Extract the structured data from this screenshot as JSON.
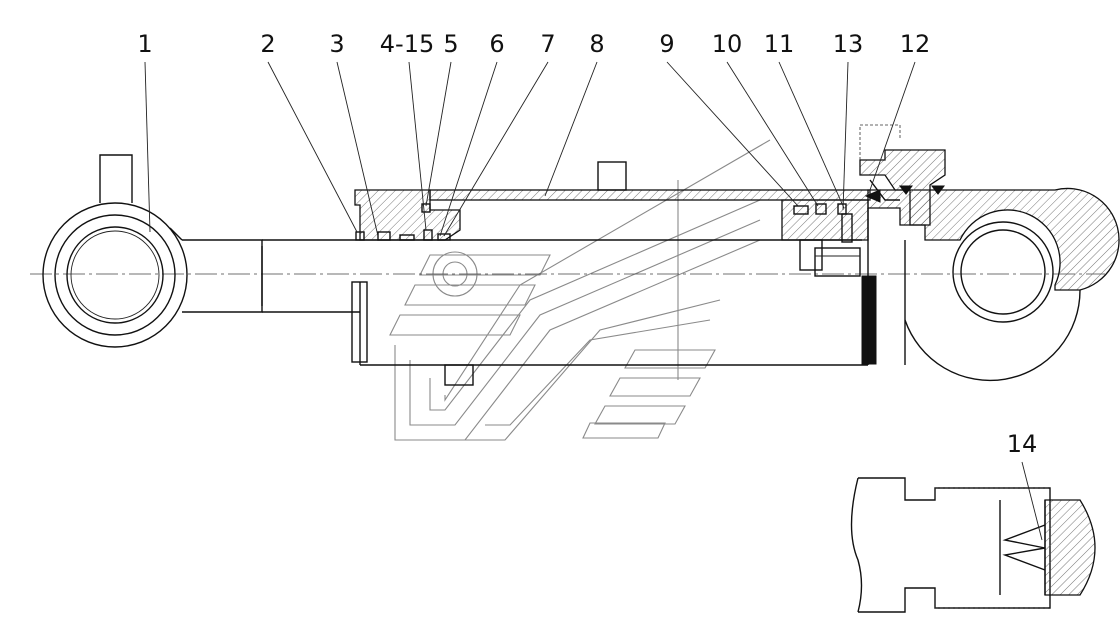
{
  "callouts": [
    {
      "id": "c1",
      "label": "1"
    },
    {
      "id": "c2",
      "label": "2"
    },
    {
      "id": "c3",
      "label": "3"
    },
    {
      "id": "c4",
      "label": "4-15"
    },
    {
      "id": "c5",
      "label": "5"
    },
    {
      "id": "c6",
      "label": "6"
    },
    {
      "id": "c7",
      "label": "7"
    },
    {
      "id": "c8",
      "label": "8"
    },
    {
      "id": "c9",
      "label": "9"
    },
    {
      "id": "c10",
      "label": "10"
    },
    {
      "id": "c11",
      "label": "11"
    },
    {
      "id": "c13",
      "label": "13"
    },
    {
      "id": "c12",
      "label": "12"
    },
    {
      "id": "c14",
      "label": "14"
    }
  ]
}
